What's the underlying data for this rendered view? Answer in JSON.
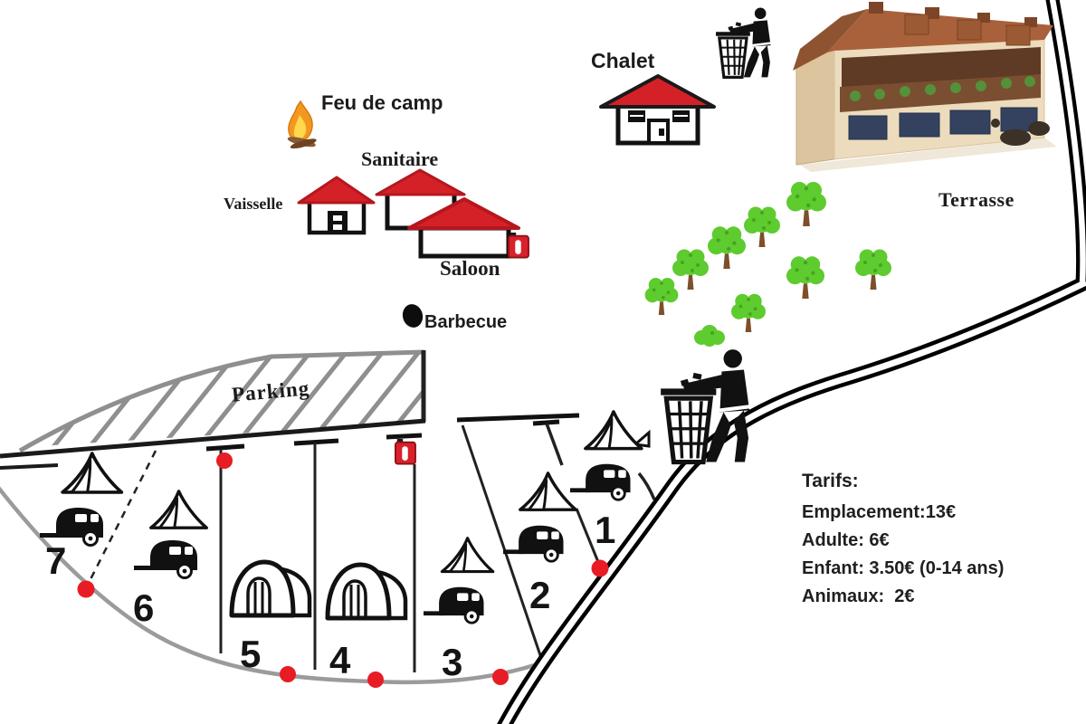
{
  "map": {
    "labels": {
      "feu_de_camp": "Feu de camp",
      "sanitaire": "Sanitaire",
      "vaisselle": "Vaisselle",
      "saloon": "Saloon",
      "chalet": "Chalet",
      "terrasse": "Terrasse",
      "barbecue": "Barbecue",
      "parking": "Parking"
    },
    "pitch_numbers": [
      "1",
      "2",
      "3",
      "4",
      "5",
      "6",
      "7"
    ],
    "tarifs": {
      "heading": "Tarifs:",
      "lines": [
        "Emplacement:13€",
        "Adulte: 6€",
        "Enfant: 3.50€ (0-14 ans)",
        "Animaux:  2€"
      ]
    },
    "icons": {
      "campfire": "campfire-icon",
      "fire_extinguisher": "fire-extinguisher-icon",
      "trash_disposal": "tidyman-icon",
      "tent": "tent-icon",
      "caravan": "caravan-icon",
      "dome_tent": "dome-tent-icon",
      "tree": "tree-icon",
      "barbecue_spot": "barbecue-dot",
      "pitch_marker": "red-dot-marker"
    },
    "colors": {
      "roof_red": "#d42127",
      "tree_green": "#5ecb2f",
      "marker_red": "#e81c24",
      "road_black": "#000000",
      "boundary_gray": "#9b9b9b",
      "text_dark": "#1c1c1c"
    }
  }
}
